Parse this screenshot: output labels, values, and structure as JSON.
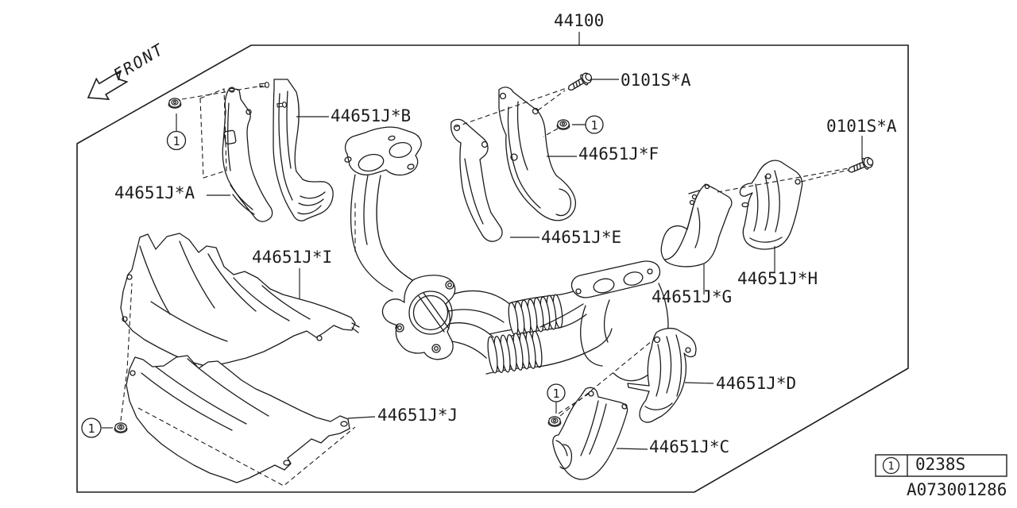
{
  "page": {
    "background": "#ffffff",
    "ink": "#1c1c1c"
  },
  "diagram": {
    "front_indicator": "FRONT",
    "assembly_number": "44100",
    "fastener_bolt_top": "0101S*A",
    "fastener_bolt_right": "0101S*A",
    "callout_symbol": "1",
    "parts": {
      "a": "44651J*A",
      "b": "44651J*B",
      "c": "44651J*C",
      "d": "44651J*D",
      "e": "44651J*E",
      "f": "44651J*F",
      "g": "44651J*G",
      "h": "44651J*H",
      "i": "44651J*I",
      "j": "44651J*J"
    },
    "legend": {
      "ref_symbol": "1",
      "part_code": "0238S"
    },
    "document_number": "A073001286"
  }
}
